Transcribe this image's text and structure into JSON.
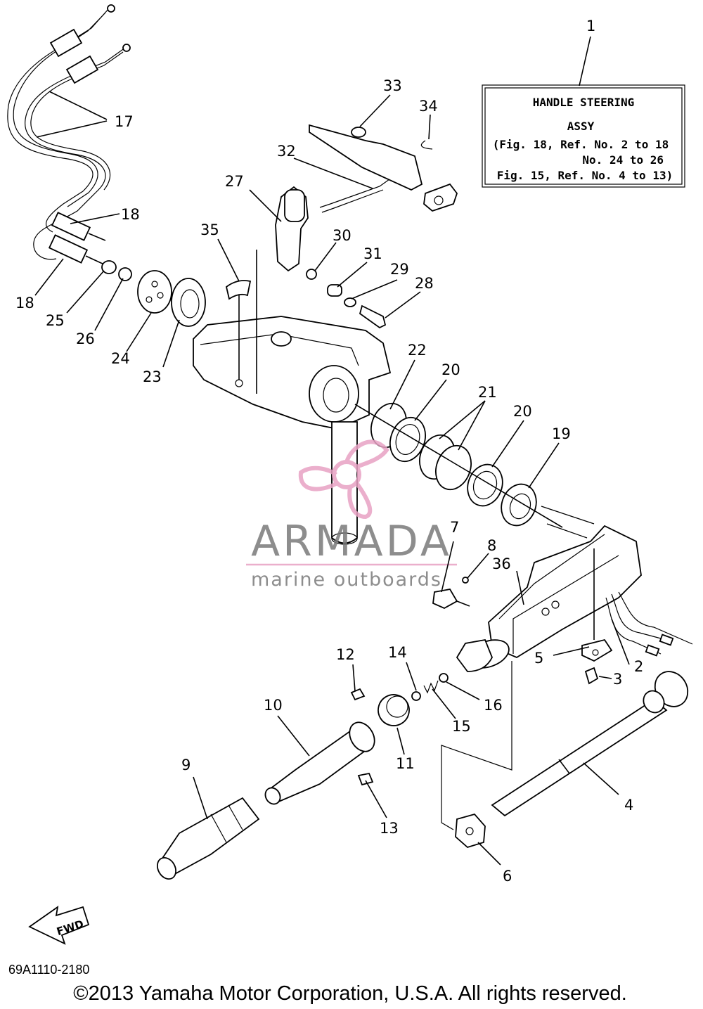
{
  "diagram": {
    "box": {
      "ref": "1",
      "line1": "HANDLE STEERING",
      "line2": "ASSY",
      "line3": "(Fig. 18, Ref. No. 2 to 18",
      "line4": "No. 24 to 26",
      "line5": "Fig. 15, Ref. No. 4 to 13)"
    },
    "callouts": [
      "2",
      "3",
      "4",
      "5",
      "6",
      "7",
      "8",
      "9",
      "10",
      "11",
      "12",
      "13",
      "14",
      "15",
      "16",
      "17",
      "18",
      "18",
      "19",
      "20",
      "20",
      "21",
      "22",
      "23",
      "24",
      "25",
      "26",
      "27",
      "28",
      "29",
      "30",
      "31",
      "32",
      "33",
      "34",
      "35",
      "36"
    ],
    "fwd_label": "FWD",
    "part_code": "69A1110-2180",
    "copyright": "©2013 Yamaha Motor Corporation, U.S.A. All rights reserved."
  },
  "watermark": {
    "brand": "ARMADA",
    "tagline": "marine outboards",
    "logo_color": "#e8a2c4",
    "text_color": "#7a7a7a",
    "line_color": "#e8a2c4"
  }
}
